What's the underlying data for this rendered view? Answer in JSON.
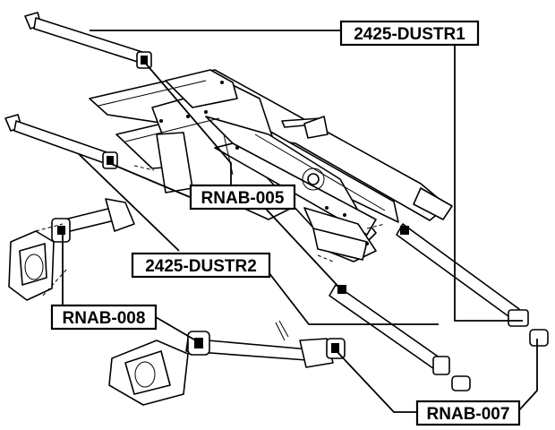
{
  "labels": {
    "dustr1": "2425-DUSTR1",
    "rnab005": "RNAB-005",
    "dustr2": "2425-DUSTR2",
    "rnab008": "RNAB-008",
    "rnab007": "RNAB-007"
  }
}
